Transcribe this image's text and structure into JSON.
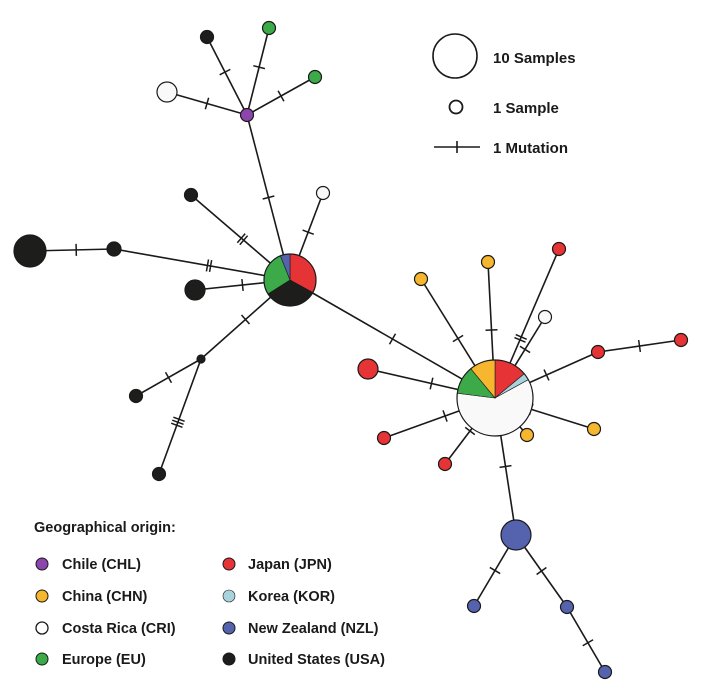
{
  "colors": {
    "CHL": "#8e44ad",
    "CHN": "#f6b62e",
    "CRI": "#f9f9f9",
    "EU": "#3caa48",
    "JPN": "#e53336",
    "KOR": "#a9d3dc",
    "NZL": "#5563ae",
    "USA": "#1d1d1b",
    "edge": "#1a1a1a"
  },
  "scale": {
    "ten_samples": "10 Samples",
    "one_sample": "1 Sample",
    "one_mutation": "1 Mutation"
  },
  "legend": {
    "title": "Geographical origin:",
    "items": [
      {
        "code": "CHL",
        "label": "Chile (CHL)"
      },
      {
        "code": "CHN",
        "label": "China (CHN)"
      },
      {
        "code": "CRI",
        "label": "Costa Rica (CRI)"
      },
      {
        "code": "EU",
        "label": "Europe (EU)"
      },
      {
        "code": "JPN",
        "label": "Japan (JPN)"
      },
      {
        "code": "KOR",
        "label": "Korea (KOR)"
      },
      {
        "code": "NZL",
        "label": "New Zealand (NZL)"
      },
      {
        "code": "USA",
        "label": "United States (USA)"
      }
    ]
  }
}
